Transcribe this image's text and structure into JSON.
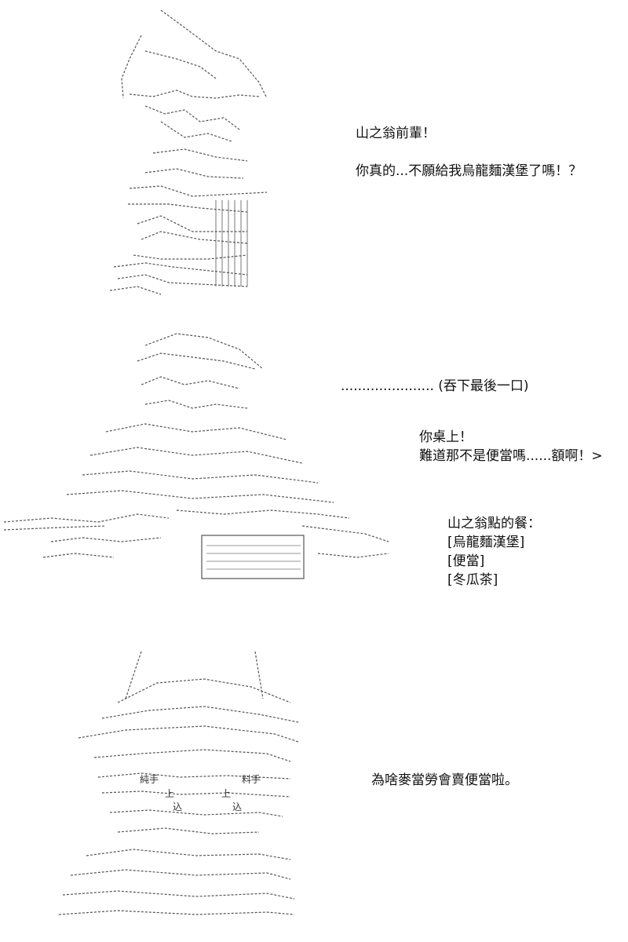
{
  "panels": [
    {
      "lines": [
        "山之翁前輩！",
        "",
        "你真的...不願給我烏龍麵漢堡了嗎！？"
      ]
    },
    {
      "narration": "...................... (吞下最後一口)",
      "dialogue": [
        "你桌上！",
        "難道那不是便當嗎......額啊！>"
      ],
      "order_title": "山之翁點的餐：",
      "order_items": [
        "[烏龍麵漢堡]",
        "[便當]",
        "[冬瓜茶]"
      ]
    },
    {
      "lines": [
        "為啥麥當勞會賣便當啦。"
      ]
    }
  ],
  "art_marks": {
    "tray_label_left": "上",
    "tray_label_right": "上",
    "tray_note_left": "込",
    "tray_note_right": "込",
    "sign_left": "純手",
    "sign_right": "料手"
  },
  "colors": {
    "ink": "#111111",
    "paper": "#ffffff",
    "art_line": "#555555"
  }
}
